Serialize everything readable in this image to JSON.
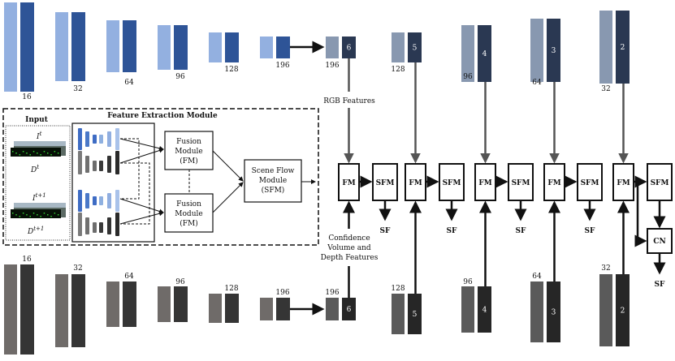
{
  "colors": {
    "enc_rgb_light": "#93b0e0",
    "enc_rgb_dark": "#2e5497",
    "dec_rgb_light": "#8898b0",
    "dec_rgb_dark": "#2a3852",
    "enc_depth_light": "#6f6b69",
    "enc_depth_dark": "#353535",
    "dec_depth_light": "#5a5a5a",
    "dec_depth_dark": "#262626"
  },
  "top_encoder_labels": [
    "16",
    "32",
    "64",
    "96",
    "128",
    "196"
  ],
  "top_decoder_labels": [
    "196",
    "128",
    "96",
    "64",
    "32"
  ],
  "bottom_encoder_labels": [
    "16",
    "32",
    "64",
    "96",
    "128",
    "196"
  ],
  "bottom_decoder_labels": [
    "196",
    "128",
    "96",
    "64",
    "32"
  ],
  "decoder_levels": [
    "6",
    "5",
    "4",
    "3",
    "2"
  ],
  "rgb_features": "RGB Features",
  "depth_features": [
    "Confidence",
    "Volume and",
    "Depth Features"
  ],
  "fm": "FM",
  "sfm": "SFM",
  "sf": "SF",
  "cn": "CN",
  "inset": {
    "input": "Input",
    "fem": "Feature Extraction Module",
    "it": "I",
    "it_sup": "t",
    "dt": "D",
    "dt_sup": "t",
    "it1": "I",
    "it1_sup": "t+1",
    "dt1": "D",
    "dt1_sup": "t+1",
    "fusion": [
      "Fusion",
      "Module",
      "(FM)"
    ],
    "scene": [
      "Scene Flow",
      "Module",
      "(SFM)"
    ]
  }
}
